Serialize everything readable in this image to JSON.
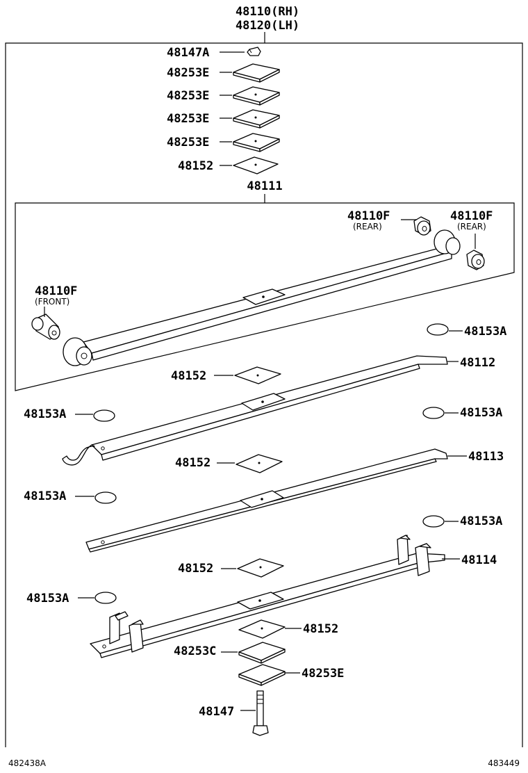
{
  "assembly": {
    "rh": "48110(RH)",
    "lh": "48120(LH)"
  },
  "labels": {
    "nut_top": "48147A",
    "plate1": "48253E",
    "plate2": "48253E",
    "plate3": "48253E",
    "plate4": "48253E",
    "insert_top": "48152",
    "leaf_main": "48111",
    "bush_rear1": "48110F",
    "bush_rear1_sub": "(REAR)",
    "bush_rear2": "48110F",
    "bush_rear2_sub": "(REAR)",
    "bush_front": "48110F",
    "bush_front_sub": "(FRONT)",
    "disc_r1": "48153A",
    "leaf2": "48112",
    "insert2": "48152",
    "disc_l1": "48153A",
    "disc_r2": "48153A",
    "leaf3": "48113",
    "insert3": "48152",
    "disc_l2": "48153A",
    "disc_r3": "48153A",
    "leaf4": "48114",
    "insert4": "48152",
    "disc_l3": "48153A",
    "insert5": "48152",
    "plate_c": "48253C",
    "plate_e": "48253E",
    "bolt": "48147"
  },
  "footer": {
    "left_code": "482438A",
    "right_code": "483449"
  },
  "icons": [
    "nut-icon",
    "plate-icon",
    "leaf-spring-icon",
    "bushing-icon",
    "disc-icon",
    "bolt-icon",
    "clip-icon"
  ]
}
